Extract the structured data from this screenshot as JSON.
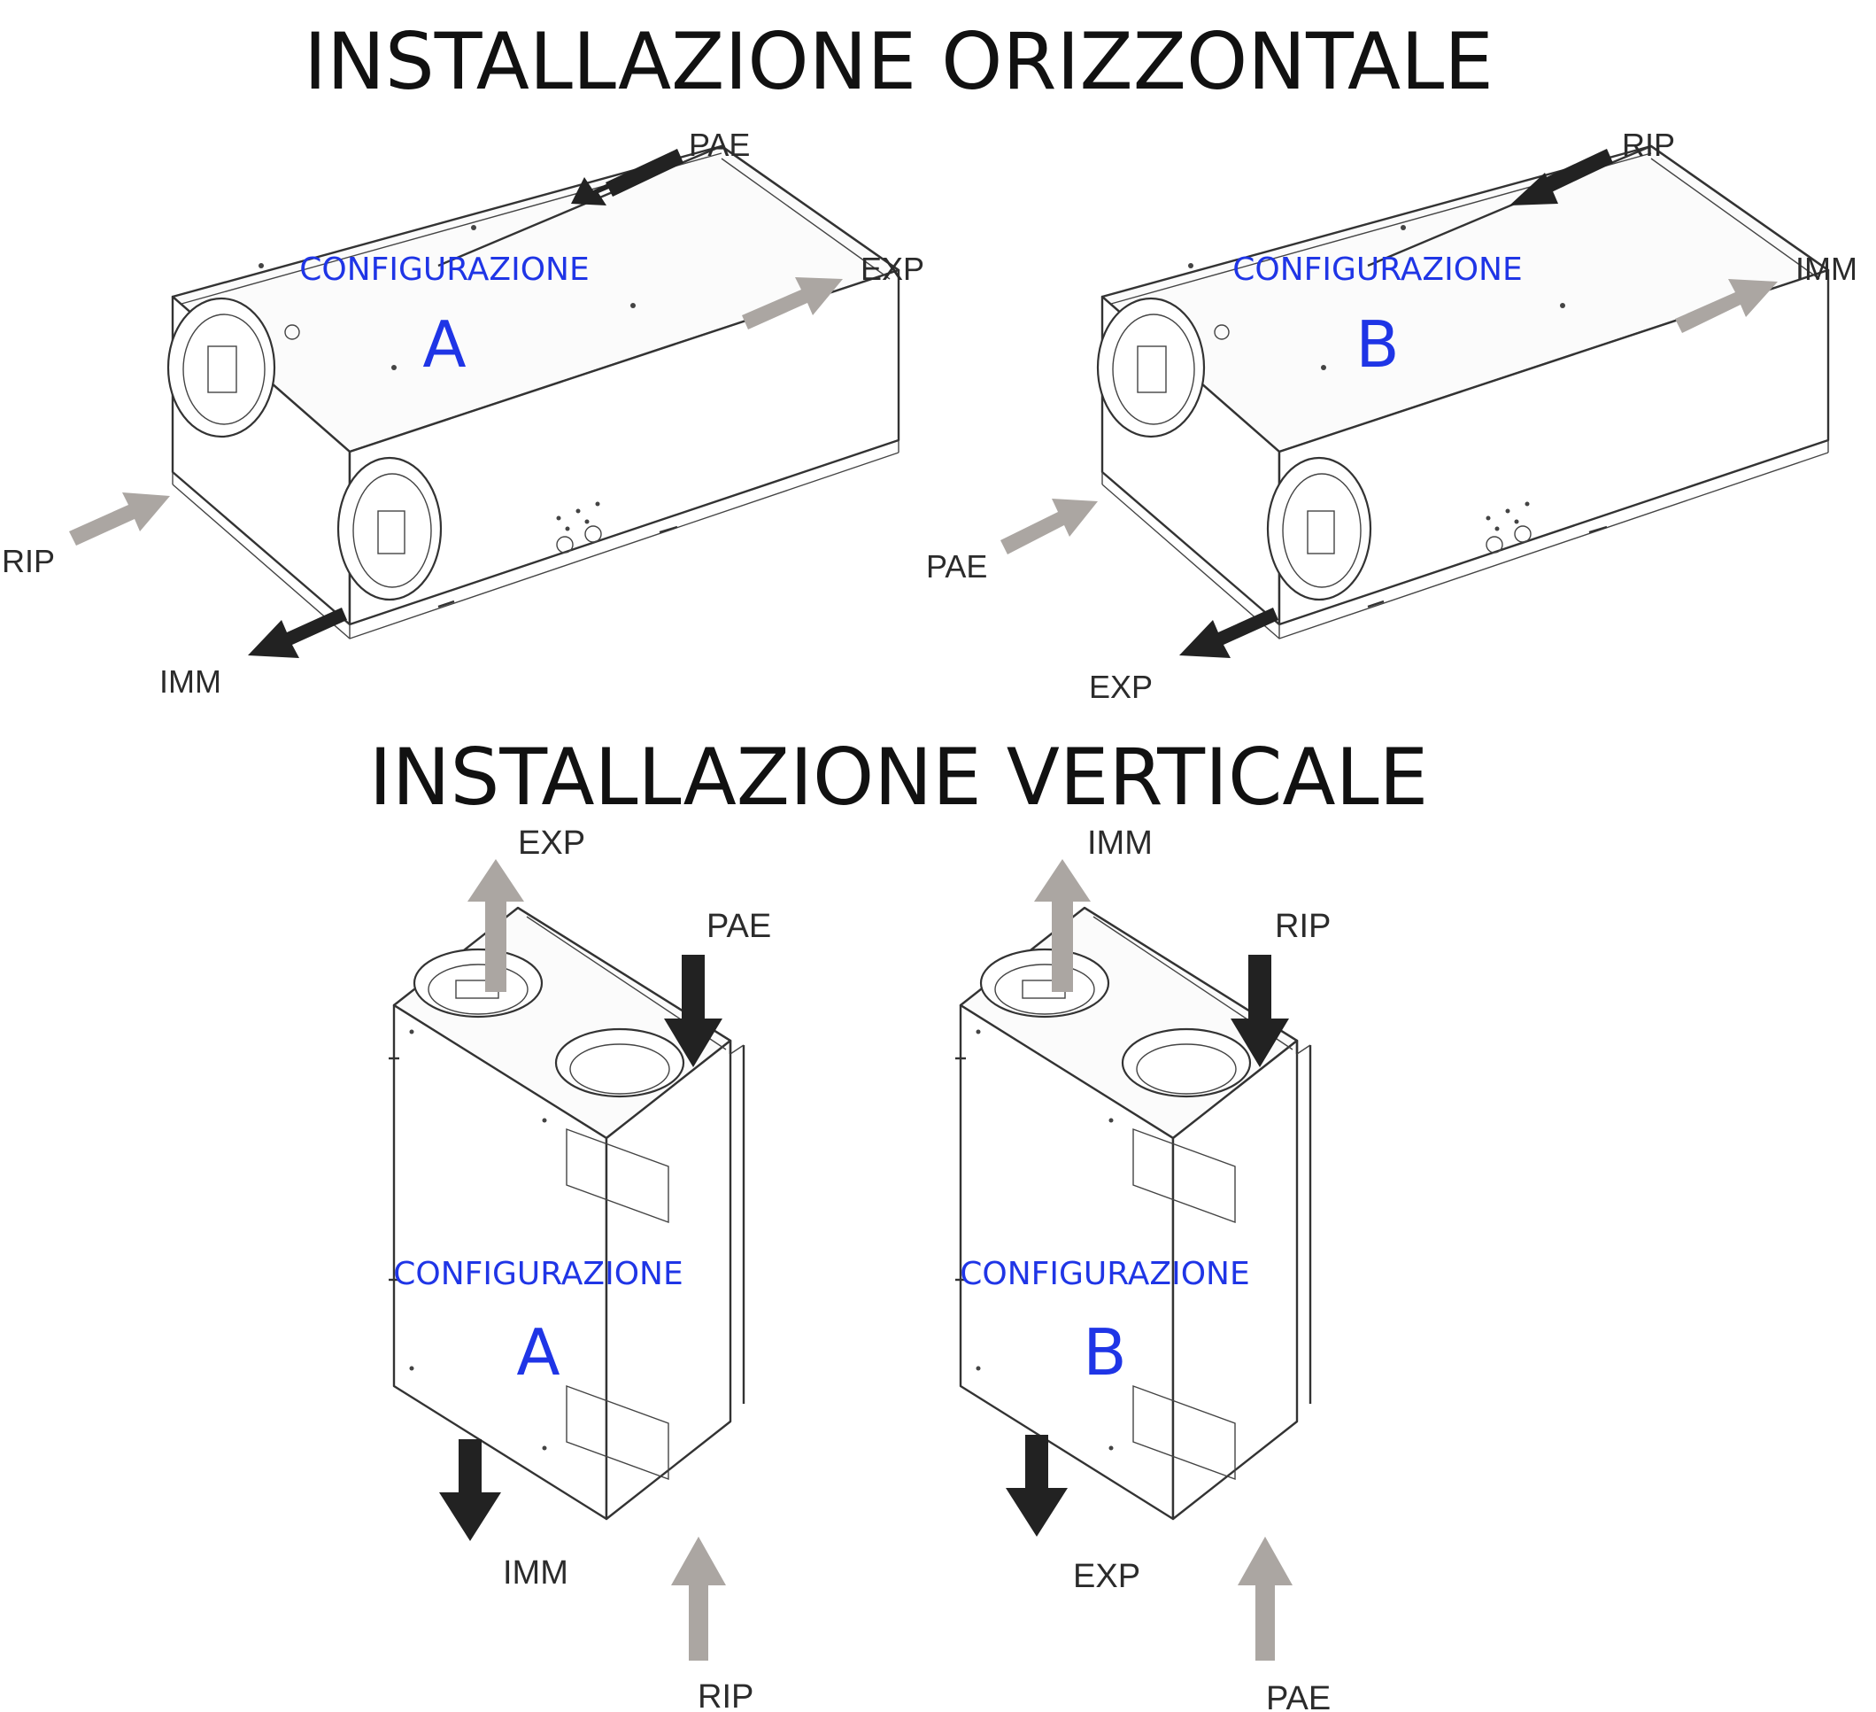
{
  "titles": {
    "horizontal": "INSTALLAZIONE ORIZZONTALE",
    "vertical": "INSTALLAZIONE VERTICALE"
  },
  "colors": {
    "config_text": "#1f35e6",
    "arrow_dark": "#222222",
    "arrow_light": "#aba6a2"
  },
  "horizontal": {
    "config_a": {
      "config_label": "CONFIGURAZIONE",
      "letter": "A",
      "labels": {
        "top": "PAE",
        "right": "EXP",
        "left": "RIP",
        "bottom": "IMM"
      }
    },
    "config_b": {
      "config_label": "CONFIGURAZIONE",
      "letter": "B",
      "labels": {
        "top": "RIP",
        "right": "IMM",
        "left": "PAE",
        "bottom": "EXP"
      }
    }
  },
  "vertical": {
    "config_a": {
      "config_label": "CONFIGURAZIONE",
      "letter": "A",
      "labels": {
        "up": "EXP",
        "down_in": "PAE",
        "out_bottom": "IMM",
        "in_bottom": "RIP"
      }
    },
    "config_b": {
      "config_label": "CONFIGURAZIONE",
      "letter": "B",
      "labels": {
        "up": "IMM",
        "down_in": "RIP",
        "out_bottom": "EXP",
        "in_bottom": "PAE"
      }
    }
  }
}
